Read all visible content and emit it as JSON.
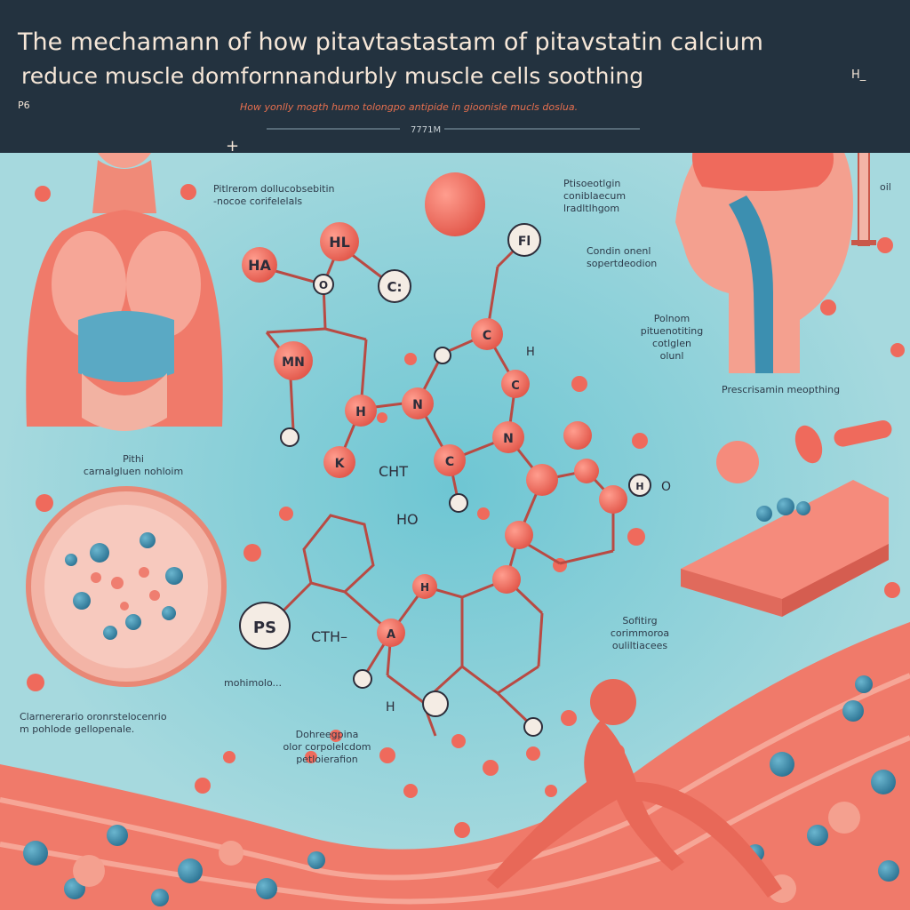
{
  "header": {
    "title_line1": "The mechamann of  how  pitavtastastam of pitavstatin calcium",
    "title_line2": "reduce muscle domfornnandurbly  muscle cells  soothing",
    "subtitle": "How yonlly mogth humo tolongpo antipide in gioonisle mucls doslua.",
    "scale": "7771M",
    "page_tag": "P6",
    "corner_tag": "H_"
  },
  "labels": {
    "body_top": "Pitlrerom dollucobsebitin\n-nocoe corifelelals",
    "right_top": "Ptisoeotlgin\nconiblaecum\nlradltlhgom",
    "right_mid": "Condin onenl\nsopertdeodion",
    "right_mid2": "Polnom\npituenotiting\ncotlglen\nolunl",
    "right_far": "Prescrisamin meopthing",
    "left_mid": "Pithi\ncarnalgluen nohloim",
    "left_low": "Clarnererario oronrstelocenrio\nm pohlode gellopenale.",
    "cell_note": "mohimolo...",
    "bottom_mid": "Dohreegpina\nolor corpolelcdom\npetloierafion",
    "right_low": "Sofitirg\ncorimmoroa\nouliltiacees",
    "syringe_tag": "oil"
  },
  "atoms": [
    "HA",
    "HL",
    "C:",
    "Fl",
    "O",
    "MN",
    "H",
    "N",
    "C",
    "C",
    "N",
    "C",
    "K",
    "CHT",
    "HO",
    "PS",
    "CTH–",
    "A",
    "H",
    "H",
    "O",
    "H",
    "H"
  ],
  "colors": {
    "background": "#9fd6dc",
    "header": "#23323f",
    "atom_fill": "#ef6a5c",
    "bond": "#c0504d",
    "tissue": "#f07a6a",
    "blue_dot": "#3c8fb0"
  }
}
